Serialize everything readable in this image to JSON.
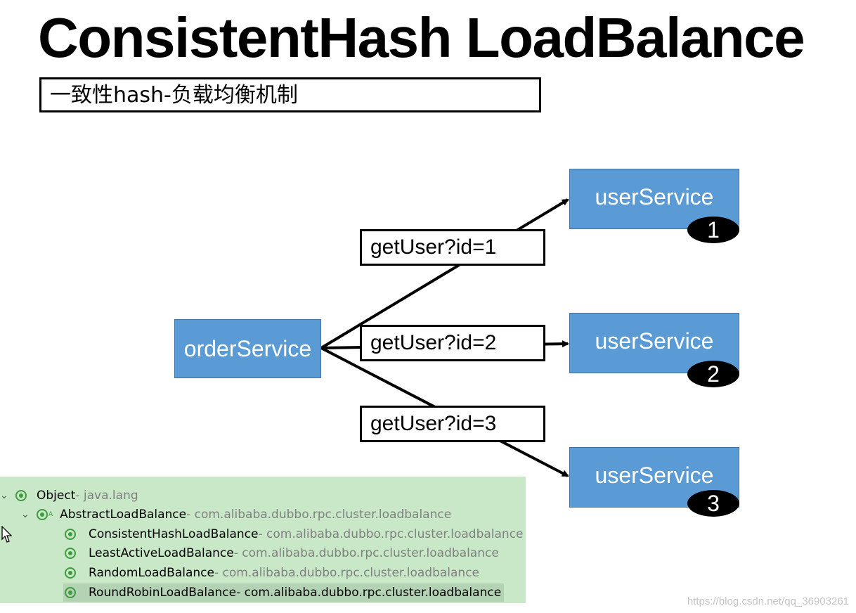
{
  "title": "ConsistentHash LoadBalance",
  "subtitle": "一致性hash-负载均衡机制",
  "diagram": {
    "source": "orderService",
    "targets": [
      {
        "label": "userService",
        "badge": "1"
      },
      {
        "label": "userService",
        "badge": "2"
      },
      {
        "label": "userService",
        "badge": "3"
      }
    ],
    "edges": [
      {
        "label": "getUser?id=1"
      },
      {
        "label": "getUser?id=2"
      },
      {
        "label": "getUser?id=3"
      }
    ]
  },
  "tree": {
    "root": {
      "name": "Object",
      "pkg": " - java.lang"
    },
    "parent": {
      "name": "AbstractLoadBalance",
      "pkg": " - com.alibaba.dubbo.rpc.cluster.loadbalance"
    },
    "children": [
      {
        "name": "ConsistentHashLoadBalance",
        "pkg": " - com.alibaba.dubbo.rpc.cluster.loadbalance"
      },
      {
        "name": "LeastActiveLoadBalance",
        "pkg": " - com.alibaba.dubbo.rpc.cluster.loadbalance"
      },
      {
        "name": "RandomLoadBalance",
        "pkg": " - com.alibaba.dubbo.rpc.cluster.loadbalance"
      },
      {
        "name": "RoundRobinLoadBalance",
        "pkg": " - com.alibaba.dubbo.rpc.cluster.loadbalance"
      }
    ],
    "icon_color": "#3e9b3e",
    "background": "#c8e8c8"
  },
  "watermark": "https://blog.csdn.net/qq_36903261",
  "colors": {
    "node_fill": "#5b9bd5",
    "node_border": "#41719c"
  }
}
